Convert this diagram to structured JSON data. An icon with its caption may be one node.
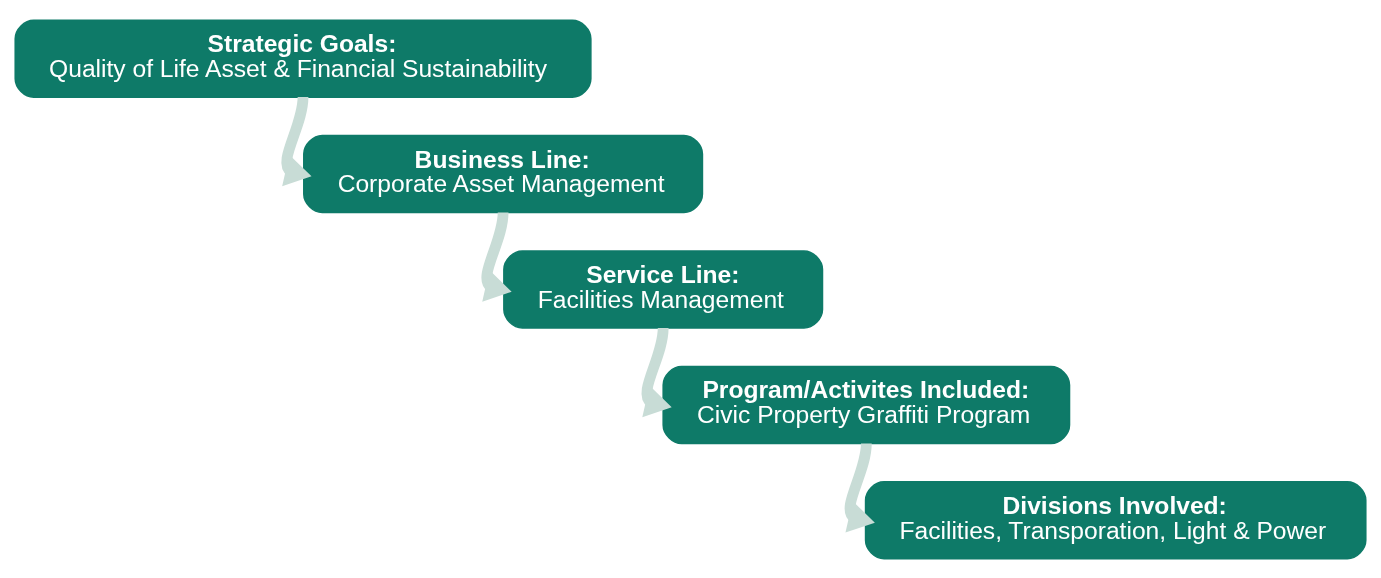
{
  "diagram": {
    "nodes": [
      {
        "text": [
          "Strategic Goals:",
          "Quality of Life Asset & Financial Sustainability"
        ]
      },
      {
        "text": [
          "Business Line:",
          "Corporate Asset Management"
        ]
      },
      {
        "text": [
          "Service Line:",
          "Facilities Management"
        ]
      },
      {
        "text": [
          "Program/Activites Included:",
          "Civic Property Graffiti Program"
        ]
      },
      {
        "text": [
          "Divisions Involved:",
          "Facilities, Transporation, Light & Power"
        ]
      }
    ],
    "edges": [
      {
        "from": 0,
        "to": 1,
        "arrow": "to"
      },
      {
        "from": 1,
        "to": 2,
        "arrow": "to"
      },
      {
        "from": 2,
        "to": 3,
        "arrow": "to"
      },
      {
        "from": 3,
        "to": 4,
        "arrow": "to"
      }
    ]
  }
}
